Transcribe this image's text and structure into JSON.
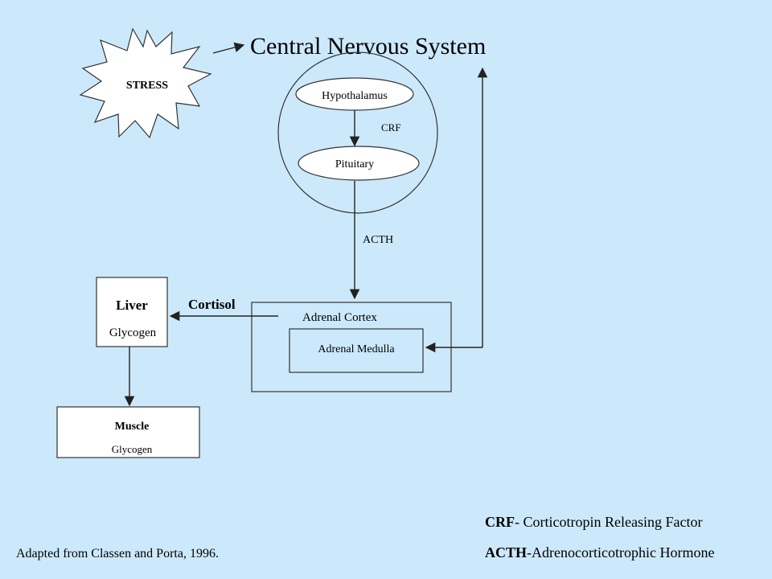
{
  "title": "Central Nervous System",
  "stress": "STRESS",
  "hypothalamus": "Hypothalamus",
  "pituitary": "Pituitary",
  "crf": "CRF",
  "acth": "ACTH",
  "cortisol": "Cortisol",
  "adrenal_cortex": "Adrenal Cortex",
  "adrenal_medulla": "Adrenal Medulla",
  "liver": {
    "title": "Liver",
    "sub": "Glycogen"
  },
  "muscle": {
    "title": "Muscle",
    "sub": "Glycogen"
  },
  "legend": {
    "crf_term": "CRF",
    "crf_def": "- Corticotropin Releasing Factor",
    "acth_term": "ACTH",
    "acth_def": "-Adrenocorticotrophic Hormone"
  },
  "source": "Adapted from Classen and Porta, 1996."
}
